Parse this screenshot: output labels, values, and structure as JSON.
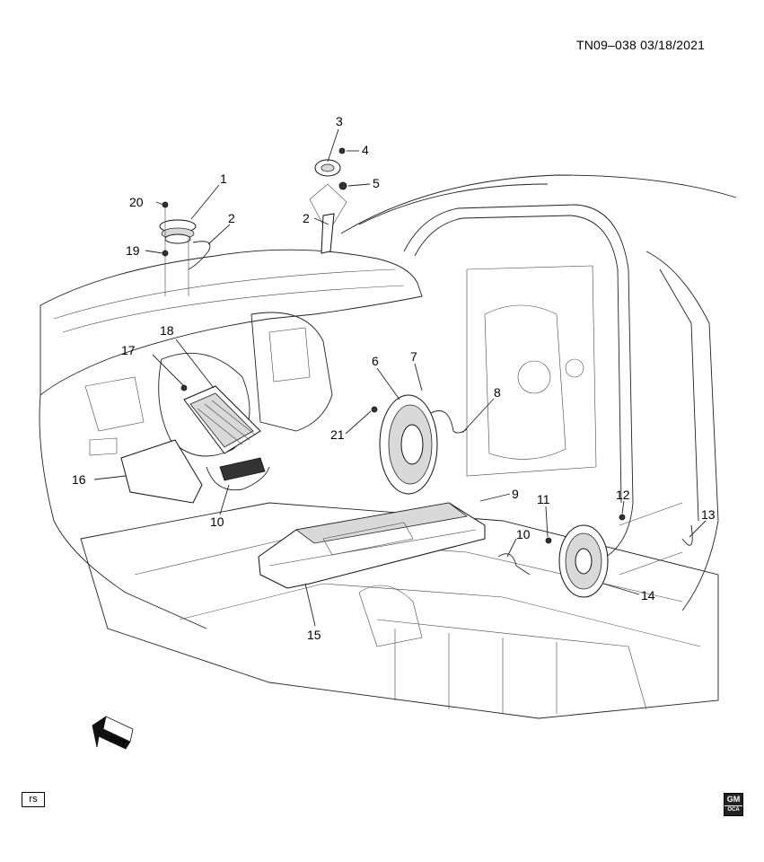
{
  "header": {
    "reference": "TN09–038  03/18/2021"
  },
  "callouts": [
    "1",
    "2",
    "2",
    "3",
    "4",
    "5",
    "6",
    "7",
    "8",
    "9",
    "10",
    "10",
    "11",
    "12",
    "13",
    "14",
    "15",
    "16",
    "17",
    "18",
    "19",
    "20",
    "21"
  ],
  "front_indicator": "FRT",
  "footer": {
    "code": "rs",
    "logo_text": "GM",
    "logo_sub": "OCA"
  }
}
